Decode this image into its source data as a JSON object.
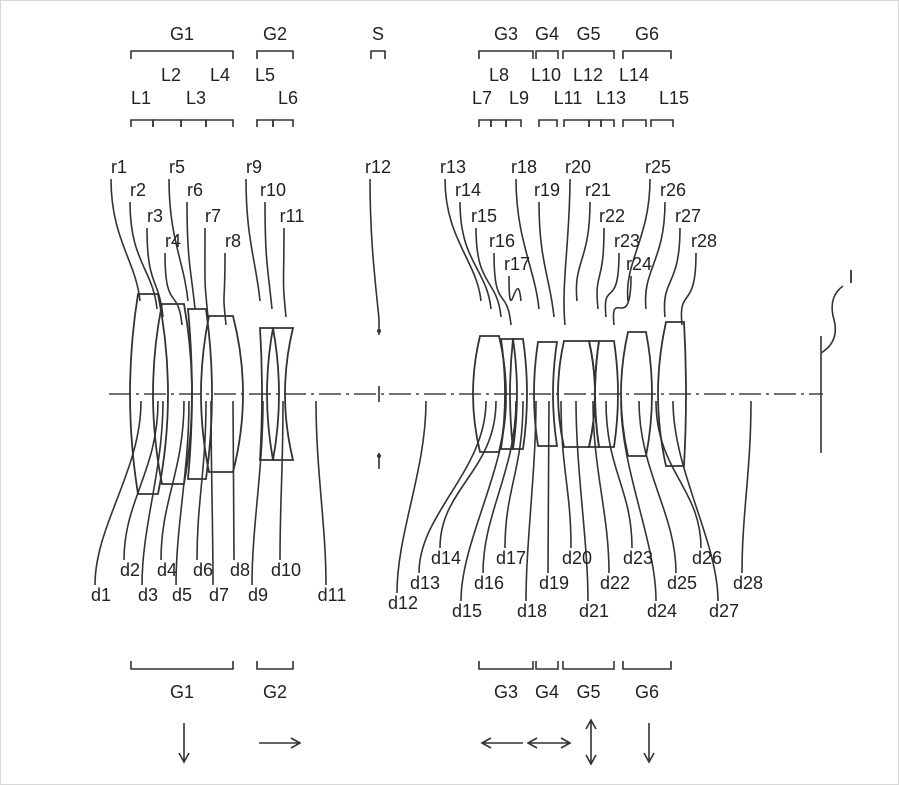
{
  "groups_top": [
    "G1",
    "G2",
    "S",
    "G3",
    "G4",
    "G5",
    "G6"
  ],
  "lenses": [
    "L1",
    "L2",
    "L3",
    "L4",
    "L5",
    "L6",
    "L7",
    "L8",
    "L9",
    "L10",
    "L11",
    "L12",
    "L13",
    "L14",
    "L15"
  ],
  "surfaces": [
    "r1",
    "r2",
    "r3",
    "r4",
    "r5",
    "r6",
    "r7",
    "r8",
    "r9",
    "r10",
    "r11",
    "r12",
    "r13",
    "r14",
    "r15",
    "r16",
    "r17",
    "r18",
    "r19",
    "r20",
    "r21",
    "r22",
    "r23",
    "r24",
    "r25",
    "r26",
    "r27",
    "r28"
  ],
  "distances": [
    "d1",
    "d2",
    "d3",
    "d4",
    "d5",
    "d6",
    "d7",
    "d8",
    "d9",
    "d10",
    "d11",
    "d12",
    "d13",
    "d14",
    "d15",
    "d16",
    "d17",
    "d18",
    "d19",
    "d20",
    "d21",
    "d22",
    "d23",
    "d24",
    "d25",
    "d26",
    "d27",
    "d28"
  ],
  "groups_bottom": [
    "G1",
    "G2",
    "G3",
    "G4",
    "G5",
    "G6"
  ],
  "image_plane": "I",
  "movement": {
    "G1": "down",
    "G2": "right",
    "G3": "left",
    "G4": "left-right",
    "G5": "up-down",
    "G6": "down"
  }
}
